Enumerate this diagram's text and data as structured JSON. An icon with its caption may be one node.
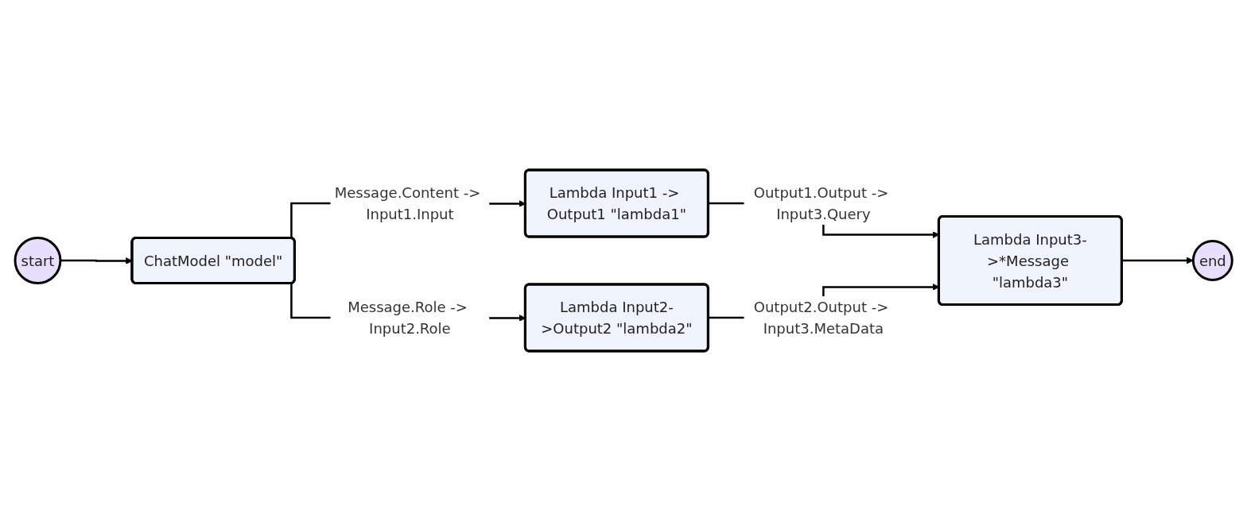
{
  "diagram": {
    "nodes": [
      {
        "text": [
          "start"
        ]
      },
      {
        "text": [
          "ChatModel \"model\""
        ]
      },
      {
        "text": [
          "Lambda Input1 -> Output1 \"lambda1\""
        ]
      },
      {
        "text": [
          "Lambda Input2->Output2 \"lambda2\""
        ]
      },
      {
        "text": [
          "Lambda Input3->*Message \"lambda3\""
        ]
      },
      {
        "text": [
          "end"
        ]
      }
    ],
    "edges": [
      {
        "from": 0,
        "to": 1,
        "arrow": "to"
      },
      {
        "from": 1,
        "to": 2,
        "arrow": "to",
        "label": "Message.Content -> Input1.Input"
      },
      {
        "from": 1,
        "to": 3,
        "arrow": "to",
        "label": "Message.Role -> Input2.Role"
      },
      {
        "from": 2,
        "to": 4,
        "arrow": "to",
        "label": "Output1.Output -> Input3.Query"
      },
      {
        "from": 3,
        "to": 4,
        "arrow": "to",
        "label": "Output2.Output -> Input3.MetaData"
      },
      {
        "from": 4,
        "to": 5,
        "arrow": "to"
      }
    ]
  }
}
